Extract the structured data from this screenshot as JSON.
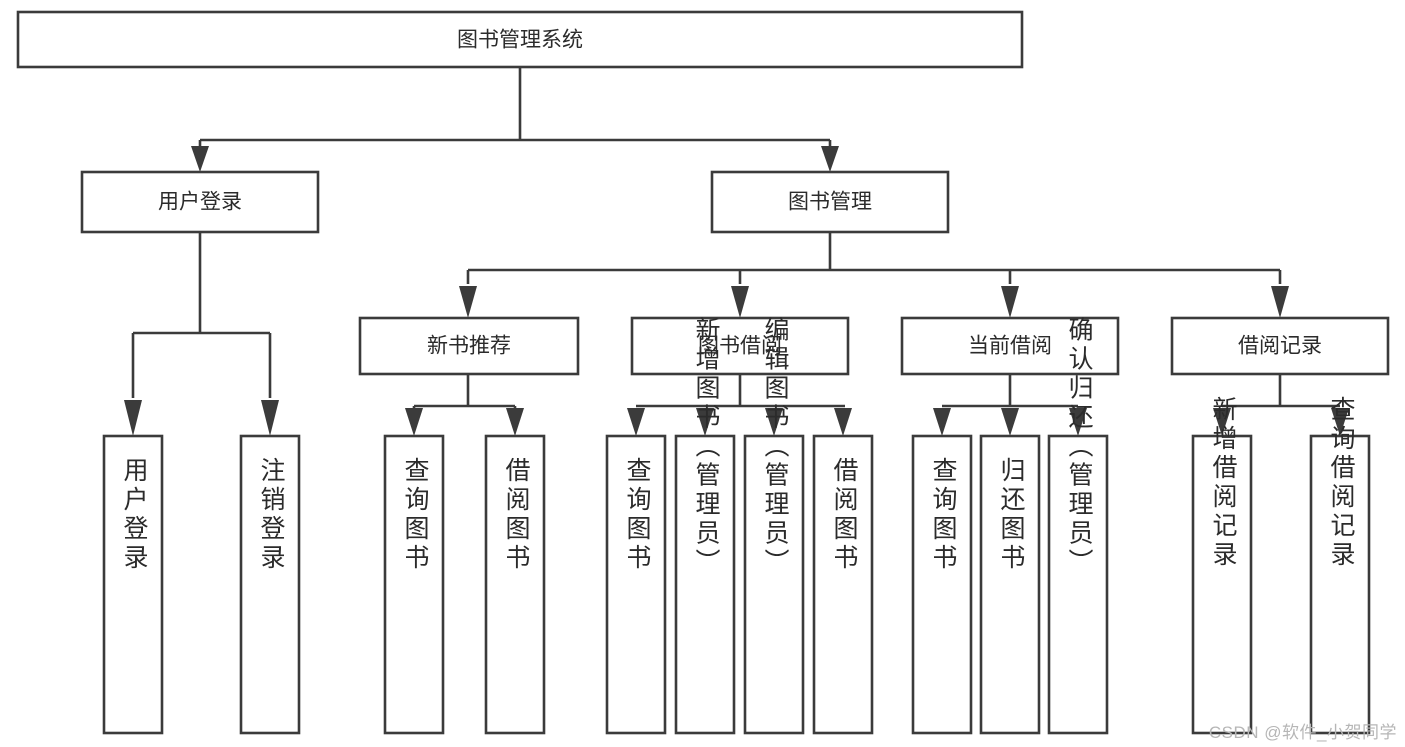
{
  "diagram": {
    "title": "图书管理系统",
    "type": "hierarchy-tree",
    "root": {
      "id": "root",
      "label": "图书管理系统",
      "orientation": "horizontal"
    },
    "level1": [
      {
        "id": "user-login",
        "label": "用户登录",
        "orientation": "horizontal"
      },
      {
        "id": "book-manage",
        "label": "图书管理",
        "orientation": "horizontal"
      }
    ],
    "level2": [
      {
        "id": "new-book-recommend",
        "label": "新书推荐",
        "orientation": "horizontal",
        "parent": "book-manage"
      },
      {
        "id": "book-borrow",
        "label": "图书借阅",
        "orientation": "horizontal",
        "parent": "book-manage"
      },
      {
        "id": "current-borrow",
        "label": "当前借阅",
        "orientation": "horizontal",
        "parent": "book-manage"
      },
      {
        "id": "borrow-record",
        "label": "借阅记录",
        "orientation": "horizontal",
        "parent": "book-manage"
      }
    ],
    "leaves": [
      {
        "id": "leaf-user-login",
        "label": "用户登录",
        "orientation": "vertical",
        "parent": "user-login"
      },
      {
        "id": "leaf-logout-login",
        "label": "注销登录",
        "orientation": "vertical",
        "parent": "user-login"
      },
      {
        "id": "leaf-query-book-1",
        "label": "查询图书",
        "orientation": "vertical",
        "parent": "new-book-recommend"
      },
      {
        "id": "leaf-borrow-book-1",
        "label": "借阅图书",
        "orientation": "vertical",
        "parent": "new-book-recommend"
      },
      {
        "id": "leaf-query-book-2",
        "label": "查询图书",
        "orientation": "vertical",
        "parent": "book-borrow"
      },
      {
        "id": "leaf-add-book",
        "label": "新增图书（管理员）",
        "orientation": "vertical",
        "parent": "book-borrow"
      },
      {
        "id": "leaf-edit-book",
        "label": "编辑图书（管理员）",
        "orientation": "vertical",
        "parent": "book-borrow"
      },
      {
        "id": "leaf-borrow-book-2",
        "label": "借阅图书",
        "orientation": "vertical",
        "parent": "book-borrow"
      },
      {
        "id": "leaf-query-book-3",
        "label": "查询图书",
        "orientation": "vertical",
        "parent": "current-borrow"
      },
      {
        "id": "leaf-return-book",
        "label": "归还图书",
        "orientation": "vertical",
        "parent": "current-borrow"
      },
      {
        "id": "leaf-confirm-return",
        "label": "确认归还（管理员）",
        "orientation": "vertical",
        "parent": "current-borrow"
      },
      {
        "id": "leaf-add-record",
        "label": "新增借阅记录",
        "orientation": "vertical",
        "parent": "borrow-record"
      },
      {
        "id": "leaf-query-record",
        "label": "查询借阅记录",
        "orientation": "vertical",
        "parent": "borrow-record"
      }
    ]
  },
  "watermark": {
    "text": "CSDN @软件_小贺同学"
  },
  "colors": {
    "box_stroke": "#3b3b3b",
    "box_fill": "#ffffff",
    "text": "#2b2b2b",
    "background": "#ffffff",
    "watermark": "#b6b6b6"
  }
}
